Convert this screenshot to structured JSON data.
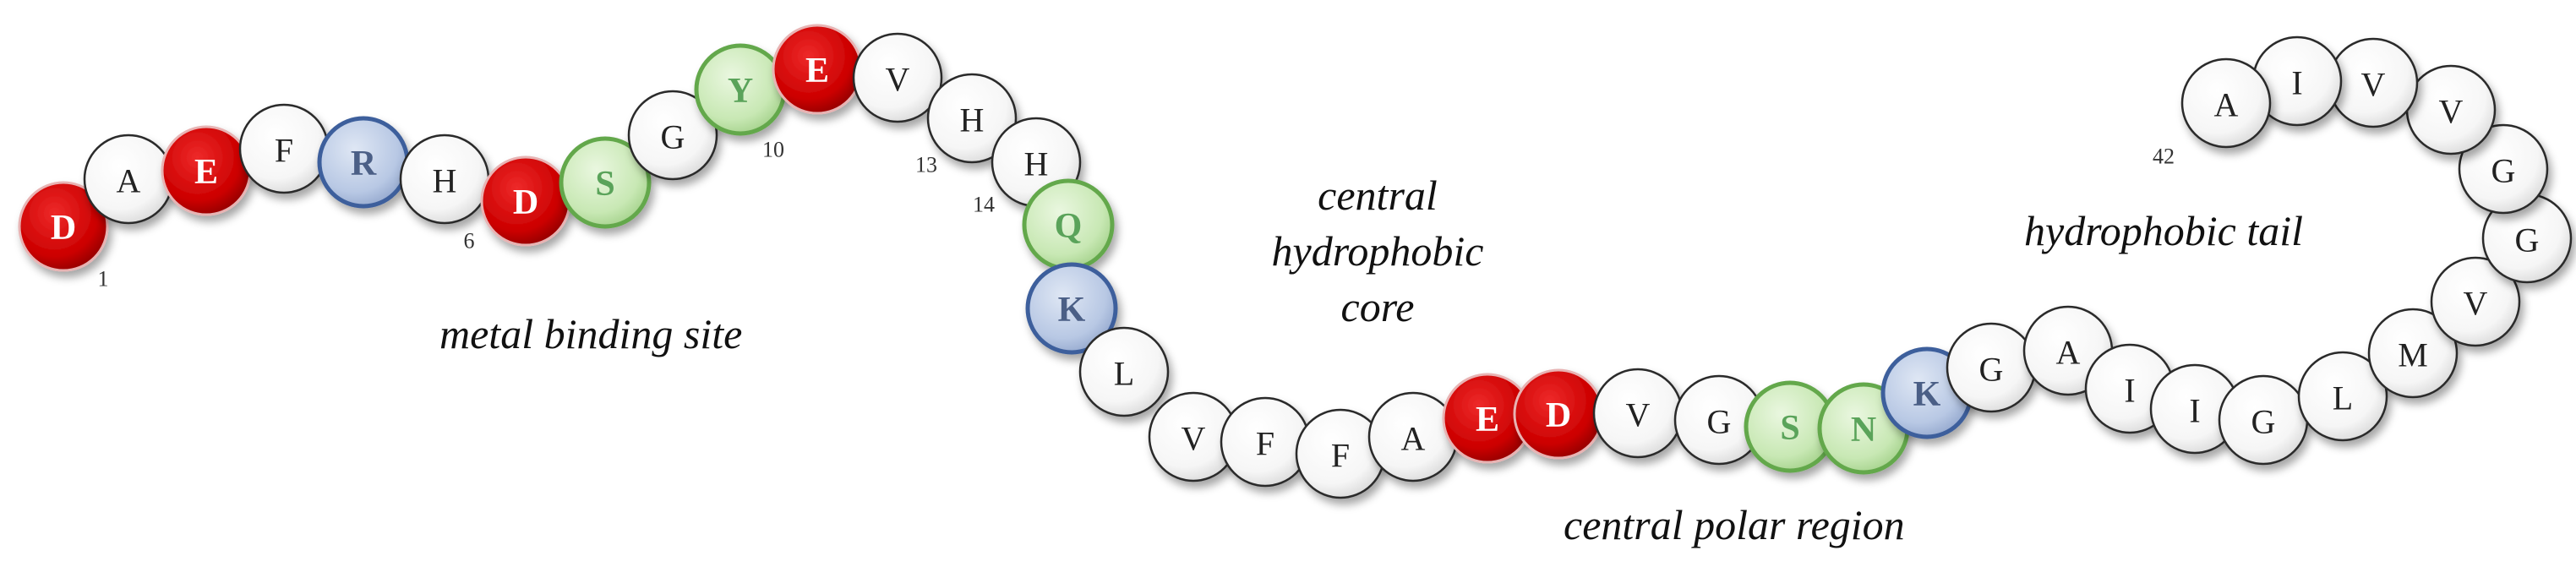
{
  "sequence": [
    "D",
    "A",
    "E",
    "F",
    "R",
    "H",
    "D",
    "S",
    "G",
    "Y",
    "E",
    "V",
    "H",
    "H",
    "Q",
    "K",
    "L",
    "V",
    "F",
    "F",
    "A",
    "E",
    "D",
    "V",
    "G",
    "S",
    "N",
    "K",
    "G",
    "A",
    "I",
    "I",
    "G",
    "L",
    "M",
    "V",
    "G",
    "G",
    "V",
    "V",
    "I",
    "A"
  ],
  "residue_types": [
    "acidic",
    "hydrophobic",
    "acidic",
    "hydrophobic",
    "basic",
    "hydrophobic",
    "acidic",
    "polar",
    "hydrophobic",
    "polar",
    "acidic",
    "hydrophobic",
    "hydrophobic",
    "hydrophobic",
    "polar",
    "basic",
    "hydrophobic",
    "hydrophobic",
    "hydrophobic",
    "hydrophobic",
    "hydrophobic",
    "acidic",
    "acidic",
    "hydrophobic",
    "hydrophobic",
    "polar",
    "polar",
    "basic",
    "hydrophobic",
    "hydrophobic",
    "hydrophobic",
    "hydrophobic",
    "hydrophobic",
    "hydrophobic",
    "hydrophobic",
    "hydrophobic",
    "hydrophobic",
    "hydrophobic",
    "hydrophobic",
    "hydrophobic",
    "hydrophobic",
    "hydrophobic"
  ],
  "colors": {
    "acidic": "#cc0000",
    "basic": "#b8c8e4",
    "polar": "#c8e8b4",
    "hydrophobic": "#ffffff"
  },
  "index_markers": [
    {
      "residue": 1,
      "label": "1"
    },
    {
      "residue": 6,
      "label": "6"
    },
    {
      "residue": 10,
      "label": "10"
    },
    {
      "residue": 13,
      "label": "13"
    },
    {
      "residue": 14,
      "label": "14"
    },
    {
      "residue": 42,
      "label": "42"
    }
  ],
  "regions": {
    "metal_binding": "metal binding site",
    "central_core_line1": "central",
    "central_core_line2": "hydrophobic",
    "central_core_line3": "core",
    "central_polar": "central polar region",
    "hydrophobic_tail": "hydrophobic tail"
  }
}
